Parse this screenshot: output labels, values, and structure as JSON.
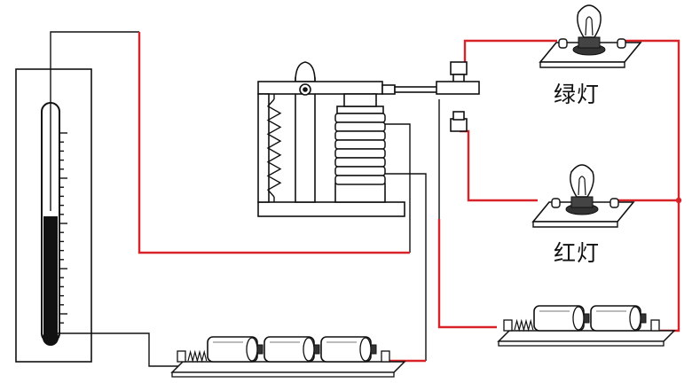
{
  "labels": {
    "green_lamp": "绿灯",
    "red_lamp": "红灯"
  },
  "colors": {
    "wire_red": "#d8232a",
    "wire_black": "#111111",
    "mercury": "#111111",
    "background": "#ffffff"
  },
  "components": [
    "thermometer",
    "electromagnetic-relay",
    "spring",
    "green-lamp",
    "red-lamp",
    "battery-pack-3-cells",
    "battery-pack-2-cells"
  ]
}
